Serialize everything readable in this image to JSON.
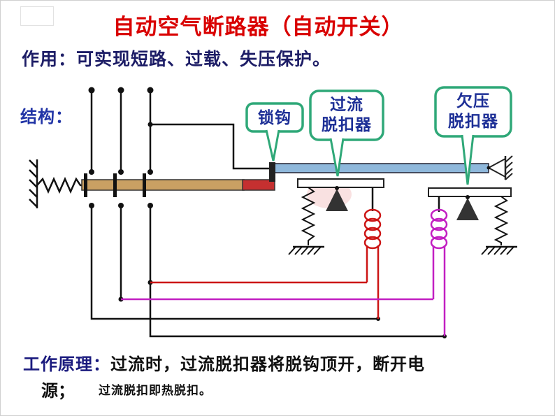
{
  "title": "自动空气断路器（自动开关）",
  "function_line": "作用：可实现短路、过载、失压保护。",
  "structure_label": "结构：",
  "callouts": {
    "lock_hook": "锁钩",
    "overcurrent_line1": "过流",
    "overcurrent_line2": "脱扣器",
    "undervoltage_line1": "欠压",
    "undervoltage_line2": "脱扣器"
  },
  "principle": {
    "label": "工作原理：",
    "line1": "过流时，过流脱扣器将脱钩顶开，断开电",
    "line2": "源；",
    "note": "过流脱扣即热脱扣。"
  },
  "colors": {
    "title_red": "#D90000",
    "label_navy": "#1D2F96",
    "callout_border_green": "#2FA878",
    "overcurrent_coil_red": "#CC1515",
    "undervoltage_coil_magenta": "#C21FC2",
    "trip_bar_blue": "#8FB8DB",
    "operating_rod_tan": "#C9A063"
  }
}
